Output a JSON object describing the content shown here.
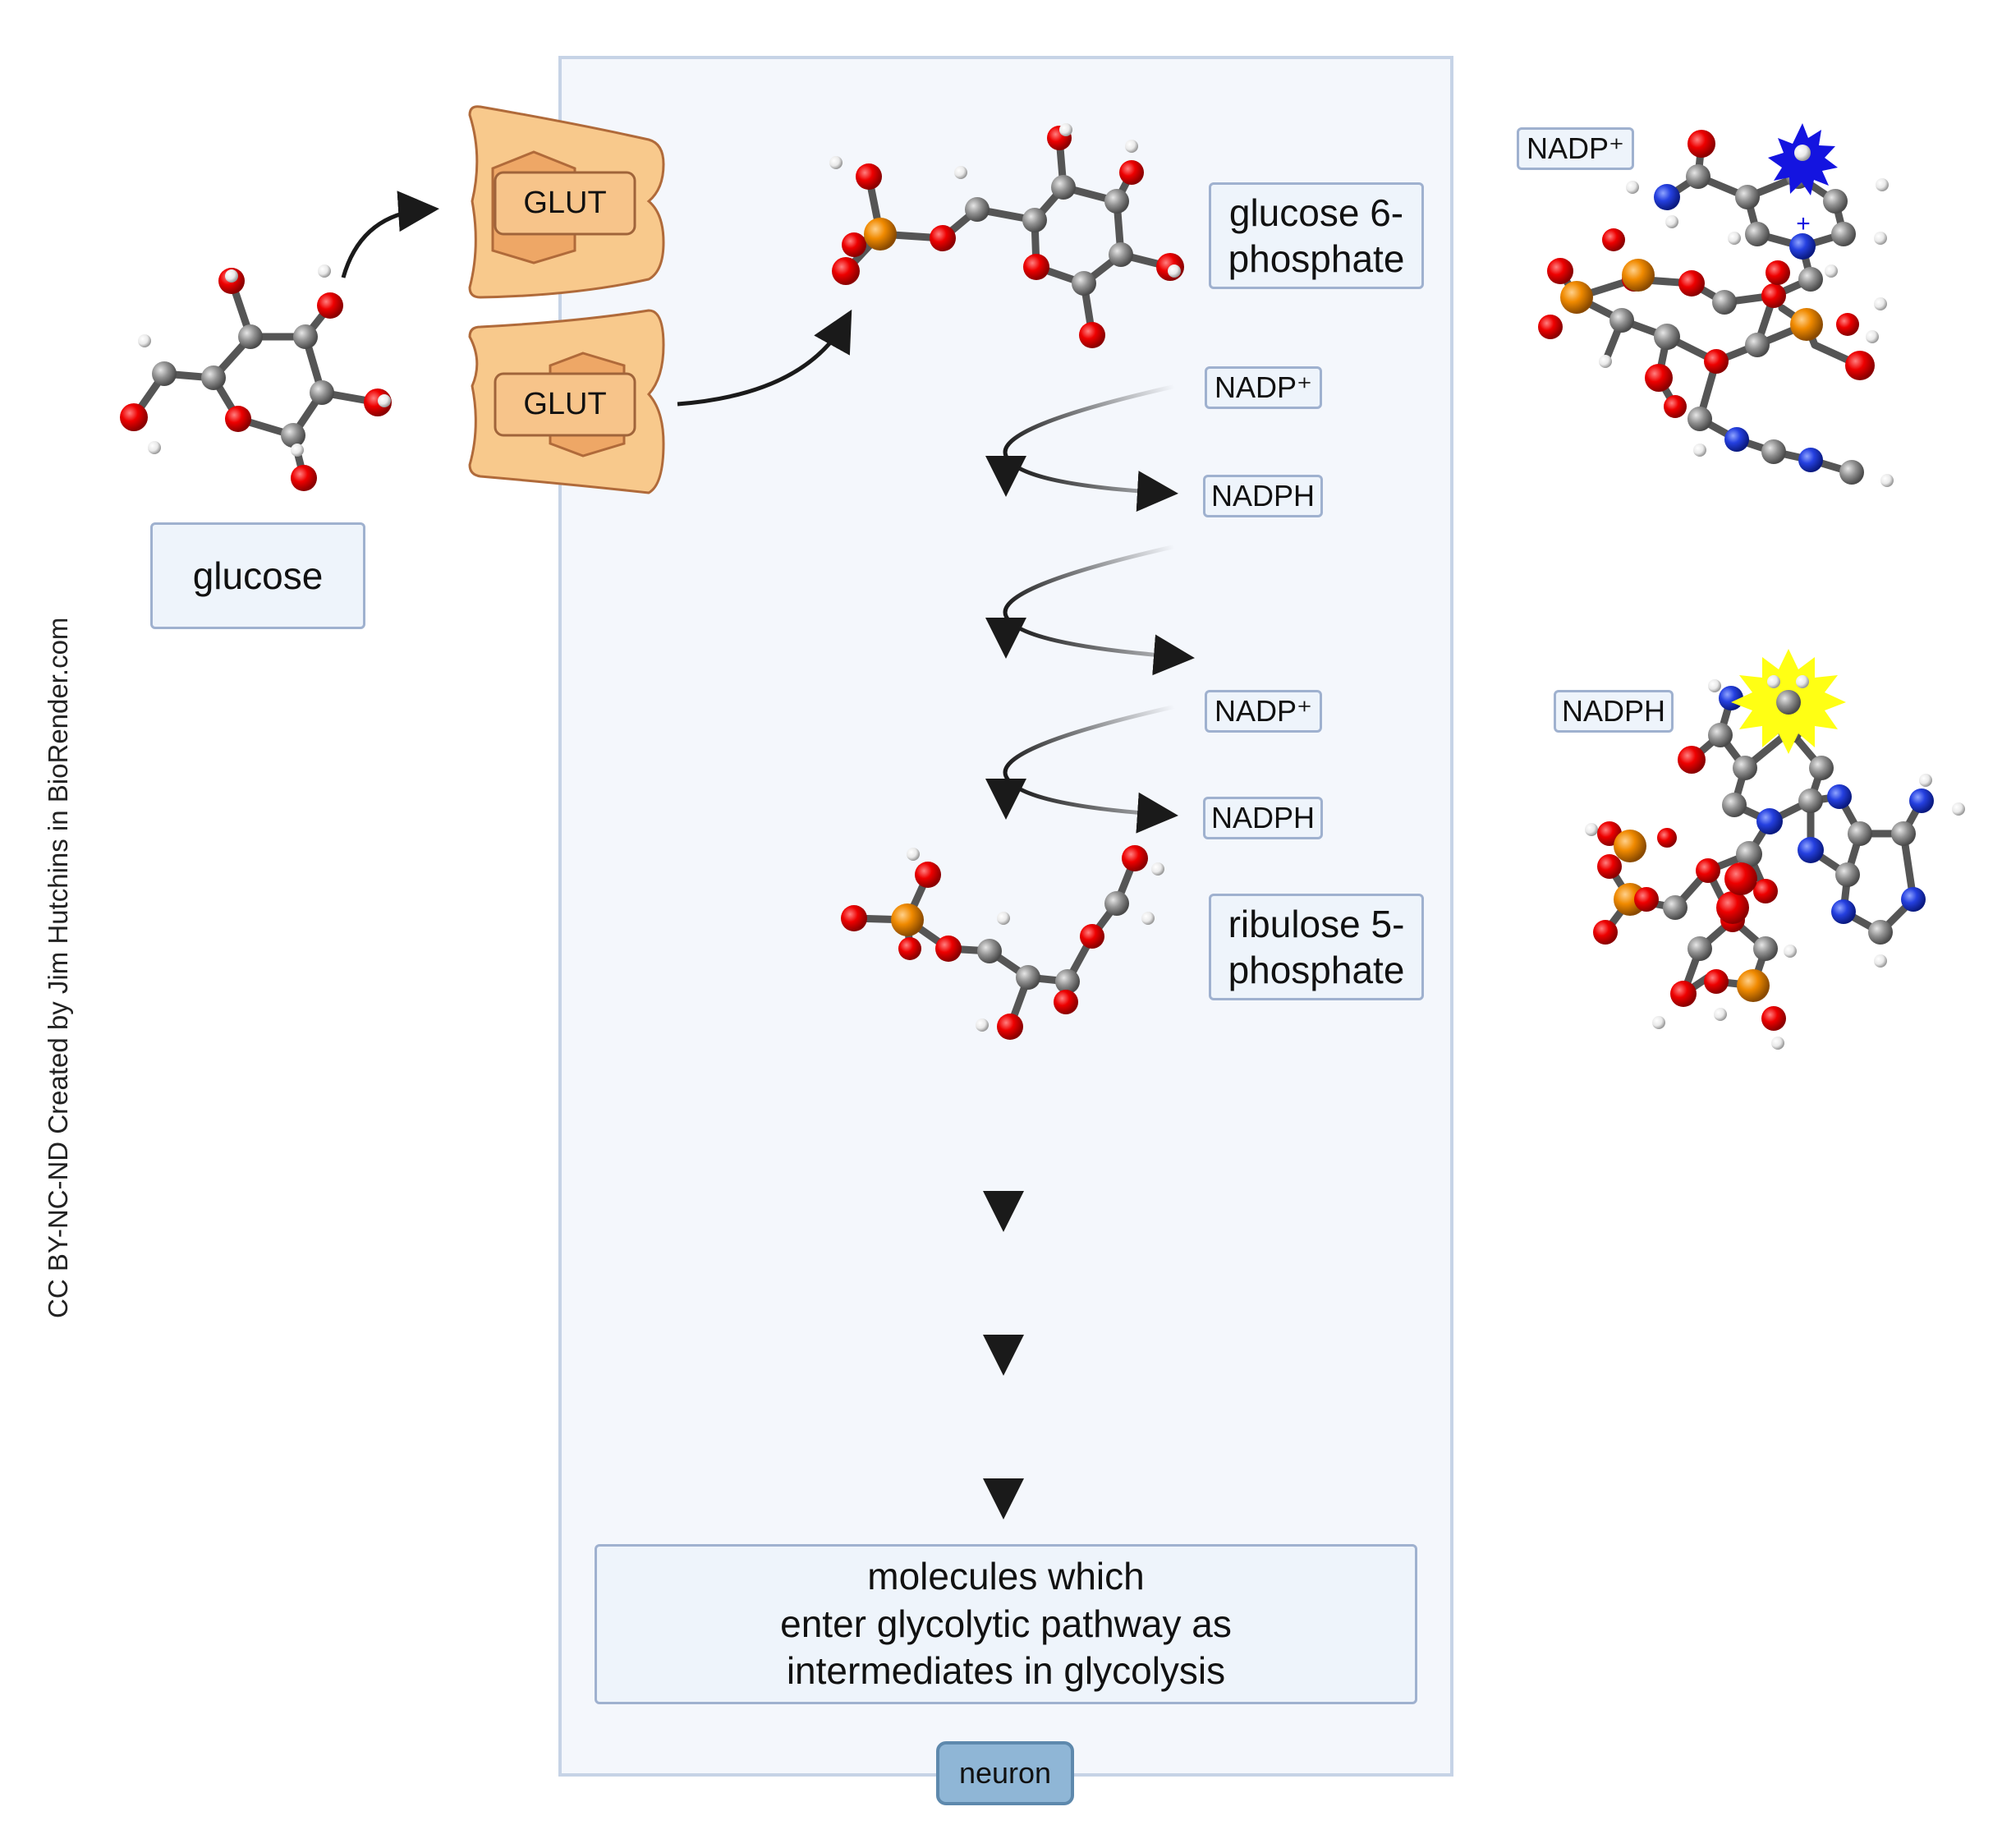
{
  "credit": "CC BY-NC-ND Created by Jim Hutchins in BioRender.com",
  "cell_label": "neuron",
  "transporters": [
    {
      "label": "GLUT"
    },
    {
      "label": "GLUT"
    }
  ],
  "molecules": {
    "glucose": "glucose",
    "glucose6p": "glucose 6-\nphosphate",
    "ribulose5p": "ribulose 5-\nphosphate",
    "nadp_ref": "NADP⁺",
    "nadph_ref": "NADPH"
  },
  "cofactors": {
    "step1_in": "NADP⁺",
    "step1_out": "NADPH",
    "step3_in": "NADP⁺",
    "step3_out": "NADPH"
  },
  "final": "molecules which\nenter glycolytic pathway as\nintermediates in glycolysis",
  "colors": {
    "oxygen": "#e60000",
    "carbon": "#8c8c8c",
    "hydrogen": "#f2f2f2",
    "phosphorus": "#e67e00",
    "nitrogen": "#1f3fd6",
    "membrane": "#f8c98c",
    "membrane_dark": "#e8a562"
  }
}
